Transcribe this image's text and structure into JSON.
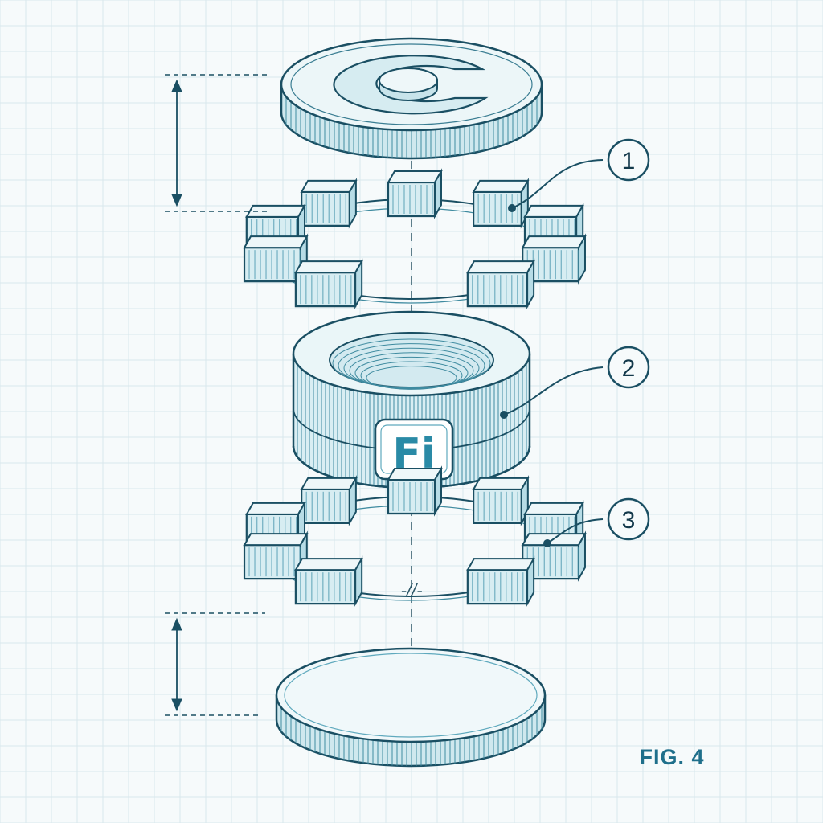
{
  "figure": {
    "label": "FIG. 4"
  },
  "callouts": [
    {
      "number": "1"
    },
    {
      "number": "2"
    },
    {
      "number": "3"
    }
  ],
  "housing": {
    "badge_text": "Fi"
  },
  "centerline_break": "-//-",
  "colors": {
    "background": "#f6fafb",
    "grid": "#d5e6ec",
    "line": "#1a4f63",
    "teal": "#1f8fa8",
    "fill_light": "#e4f3f6",
    "fill_mid": "#c4e4ec"
  }
}
